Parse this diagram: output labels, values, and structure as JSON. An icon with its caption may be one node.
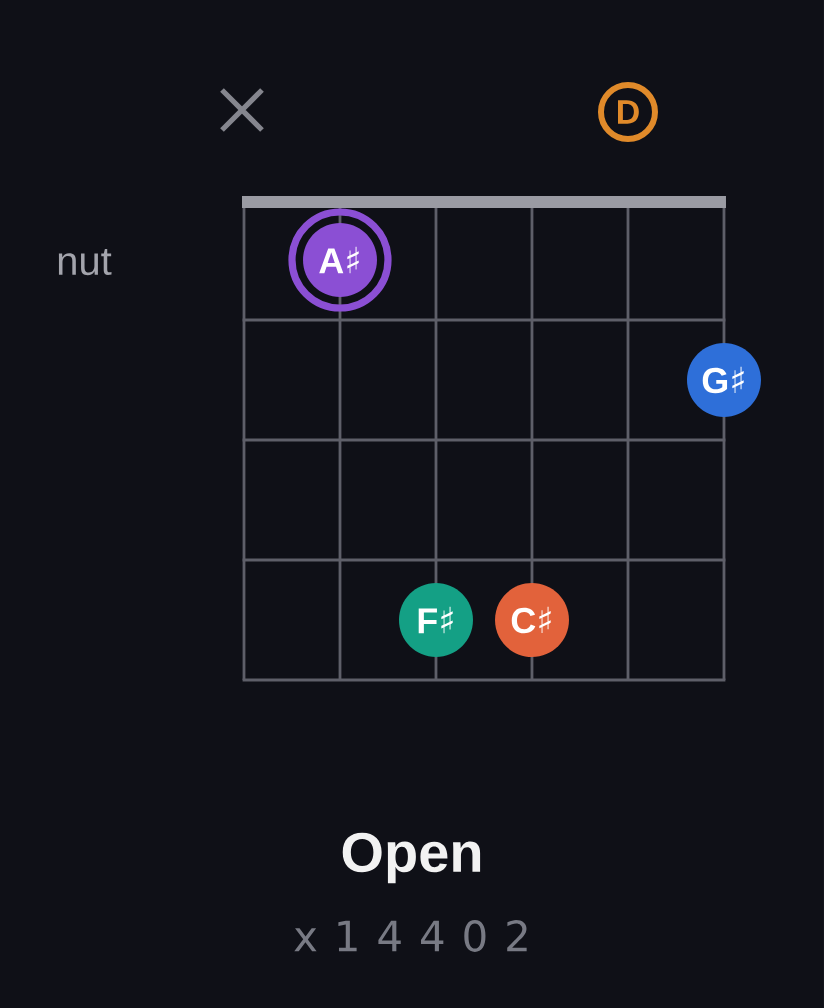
{
  "diagram": {
    "title": "Open",
    "nodes": [
      {
        "text": [
          "D"
        ]
      },
      {
        "text": [
          "A♯"
        ]
      },
      {
        "text": [
          "G♯"
        ]
      },
      {
        "text": [
          "F♯"
        ]
      },
      {
        "text": [
          "C♯"
        ]
      }
    ],
    "labels": [
      "nut",
      "x 1 4 4 0 2"
    ]
  }
}
